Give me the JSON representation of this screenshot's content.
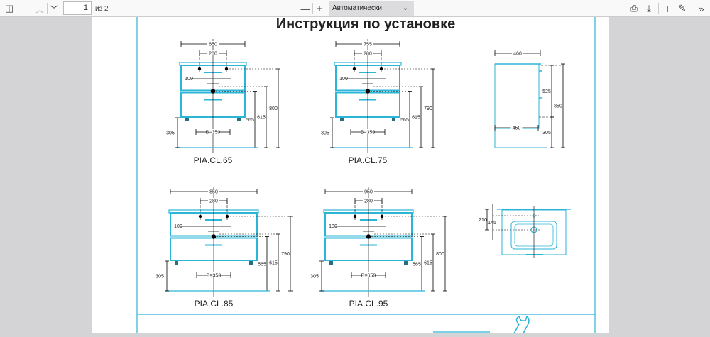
{
  "toolbar": {
    "page_current": "1",
    "page_total": "из 2",
    "zoom": "Автоматически",
    "zoom_out": "—",
    "zoom_in": "+"
  },
  "document": {
    "title": "Инструкция по установке",
    "front_views": [
      {
        "name": "PIA.CL.65",
        "width": "650",
        "cc": "280",
        "offset": "100",
        "b": "B=350",
        "leg": "305",
        "h1": "565",
        "h2": "615",
        "height": "800"
      },
      {
        "name": "PIA.CL.75",
        "width": "755",
        "cc": "280",
        "offset": "100",
        "b": "B=350",
        "leg": "305",
        "h1": "565",
        "h2": "615",
        "height": "790"
      },
      {
        "name": "PIA.CL.85",
        "width": "850",
        "cc": "280",
        "offset": "100",
        "b": "B=350",
        "leg": "305",
        "h1": "565",
        "h2": "615",
        "height": "790"
      },
      {
        "name": "PIA.CL.95",
        "width": "950",
        "cc": "280",
        "offset": "100",
        "b": "B=650",
        "leg": "305",
        "h1": "565",
        "h2": "615",
        "height": "800"
      }
    ],
    "side_view": {
      "top_depth": "460",
      "body_height": "525",
      "total_height": "850",
      "bottom_depth": "450",
      "leg": "305"
    },
    "top_view": {
      "d1": "210",
      "d2": "145"
    }
  },
  "colors": {
    "accent": "#2bb5d6",
    "line": "#000000"
  }
}
